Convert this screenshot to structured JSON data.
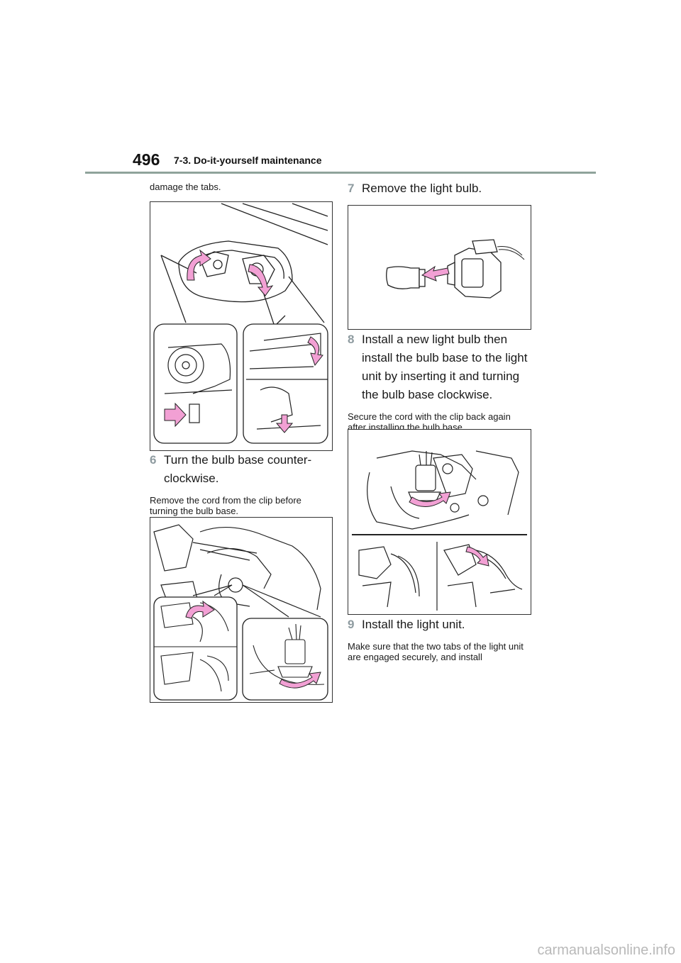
{
  "header": {
    "page_number": "496",
    "section_title": "7-3. Do-it-yourself maintenance"
  },
  "left": {
    "intro_text": "damage the tabs.",
    "step6": {
      "number": "6",
      "text_line1": "Turn the bulb base counter-",
      "text_line2": "clockwise."
    },
    "step6_note": "Remove the cord from the clip before turning the bulb base."
  },
  "right": {
    "step7": {
      "number": "7",
      "text": "Remove the light bulb."
    },
    "step8": {
      "number": "8",
      "text_line1": "Install a new light bulb then",
      "text_line2": "install the bulb base to the light",
      "text_line3": "unit by inserting it and turning",
      "text_line4": "the bulb base clockwise."
    },
    "step8_note": "Secure the cord with the clip back again after installing the bulb base.",
    "step9": {
      "number": "9",
      "text": "Install the light unit."
    },
    "step9_note": "Make sure that the two tabs of the light unit are engaged securely, and install"
  },
  "colors": {
    "accent_arrow": "#f2a0d4",
    "rule": "#8fa39b",
    "step_number": "#8e9ba0"
  },
  "footer": {
    "watermark": "carmanualsonline.info"
  }
}
